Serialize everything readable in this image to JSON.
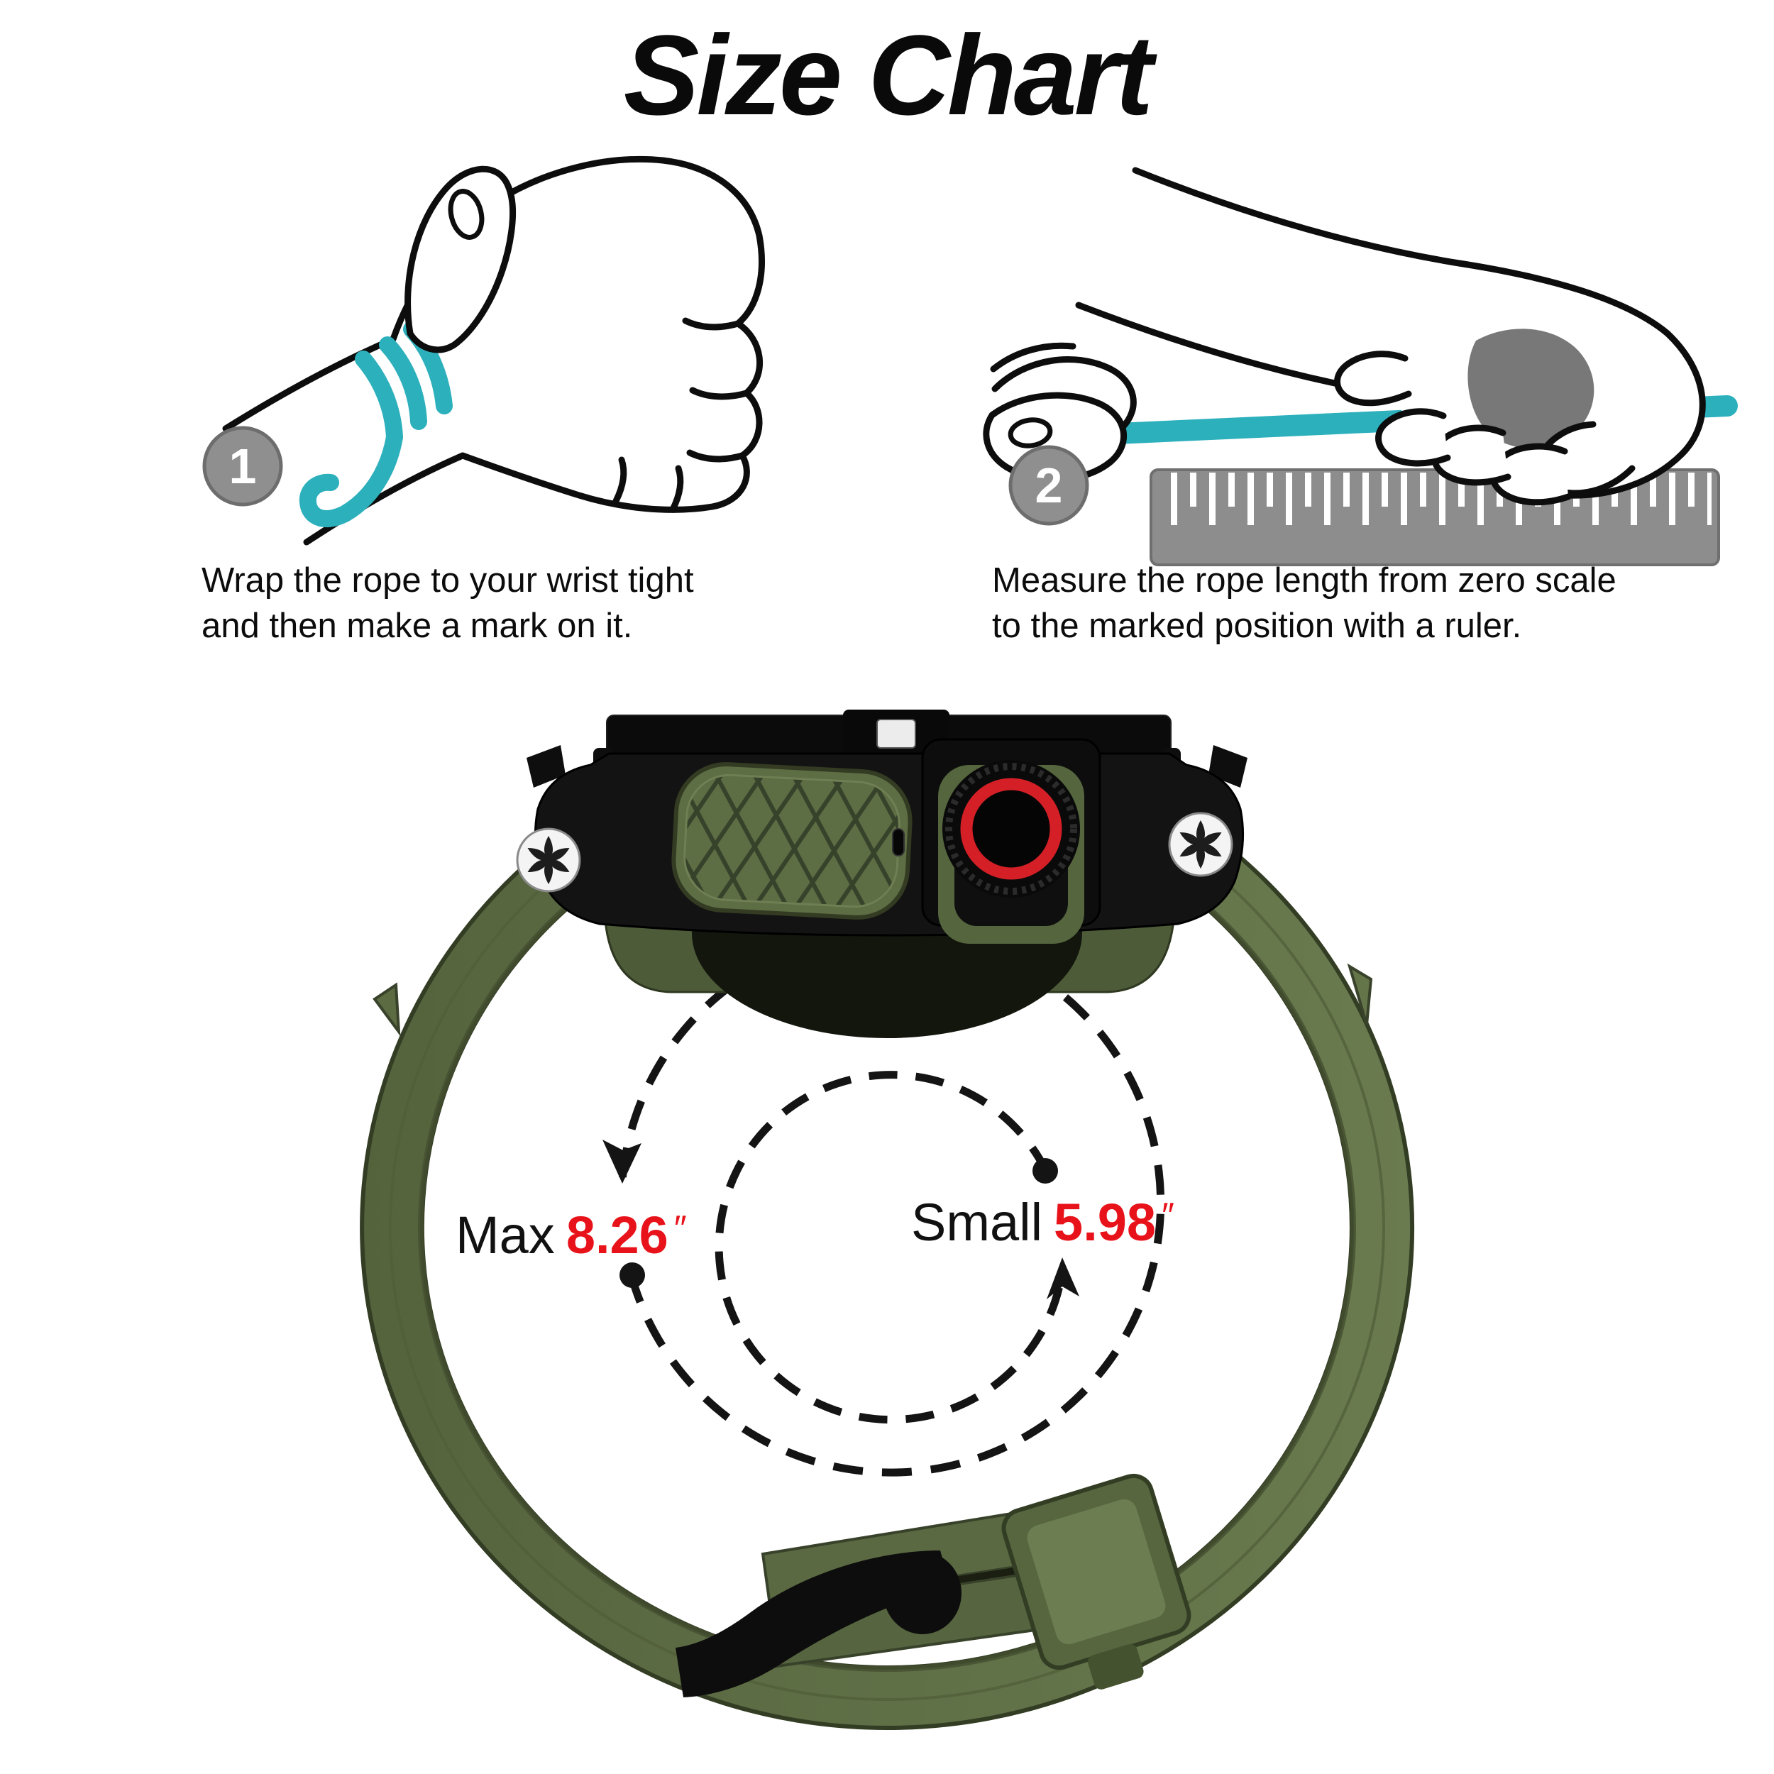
{
  "title": "Size Chart",
  "steps": [
    {
      "number": "1",
      "lines": [
        "Wrap the rope to your wrist tight",
        "and then make a mark on it."
      ]
    },
    {
      "number": "2",
      "lines": [
        "Measure the rope length from zero scale",
        "to the marked position with a ruler."
      ]
    }
  ],
  "measurements": {
    "max": {
      "label": "Max",
      "value": "8.26",
      "unit": "″"
    },
    "small": {
      "label": "Small",
      "value": "5.98",
      "unit": "″"
    }
  },
  "colors": {
    "accent_red": "#e8121a",
    "crown_ring_red": "#d41f26",
    "rope_teal": "#2cb0bc",
    "band_green": "#5e6f46",
    "band_green_dark": "#475432",
    "case_black": "#121212",
    "ruler_gray": "#8d8d8d",
    "badge_gray": "#8f8f8f"
  }
}
